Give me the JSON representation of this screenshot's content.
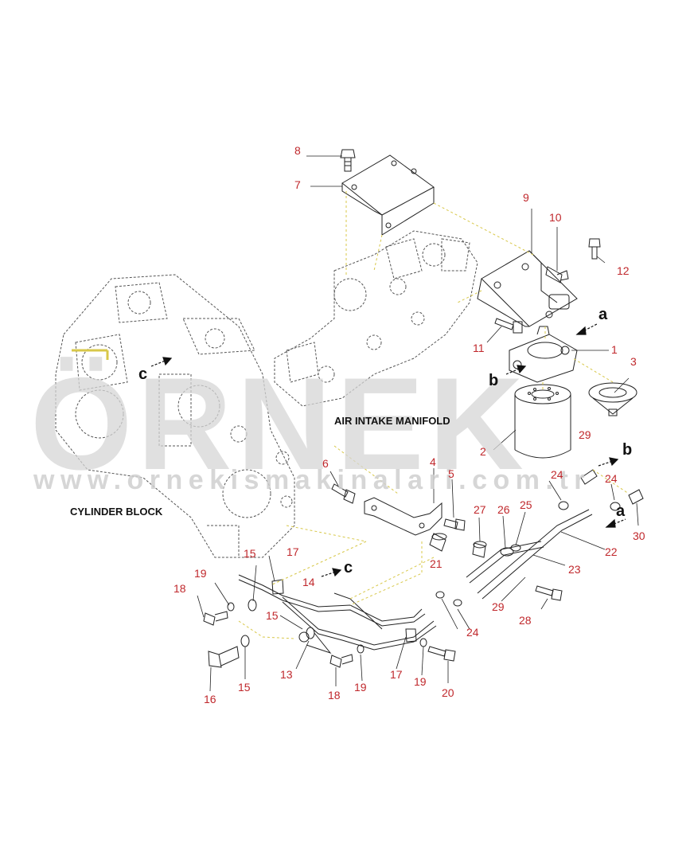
{
  "watermark": {
    "brand": "ÖRNEK",
    "url": "www.ornekismakinalari.com.tr"
  },
  "labels": {
    "cylinder_block": "CYLINDER BLOCK",
    "air_intake_manifold": "AIR INTAKE MANIFOLD"
  },
  "view_arrows": {
    "a": "a",
    "b": "b",
    "c": "c"
  },
  "part_numbers": {
    "p1": "1",
    "p2": "2",
    "p3": "3",
    "p4": "4",
    "p5": "5",
    "p6": "6",
    "p7": "7",
    "p8": "8",
    "p9": "9",
    "p10": "10",
    "p11": "11",
    "p12": "12",
    "p13": "13",
    "p14": "14",
    "p15a": "15",
    "p15b": "15",
    "p15c": "15",
    "p16": "16",
    "p17a": "17",
    "p17b": "17",
    "p18a": "18",
    "p18b": "18",
    "p19a": "19",
    "p19b": "19",
    "p19c": "19",
    "p20": "20",
    "p21": "21",
    "p22": "22",
    "p23": "23",
    "p24a": "24",
    "p24b": "24",
    "p24c": "24",
    "p25": "25",
    "p26": "26",
    "p27": "27",
    "p28": "28",
    "p29a": "29",
    "p29b": "29",
    "p30": "30"
  },
  "colors": {
    "label": "#c0282c",
    "line": "#222222",
    "leader_dash": "#d8c84a",
    "watermark": "#d6d6d6"
  }
}
